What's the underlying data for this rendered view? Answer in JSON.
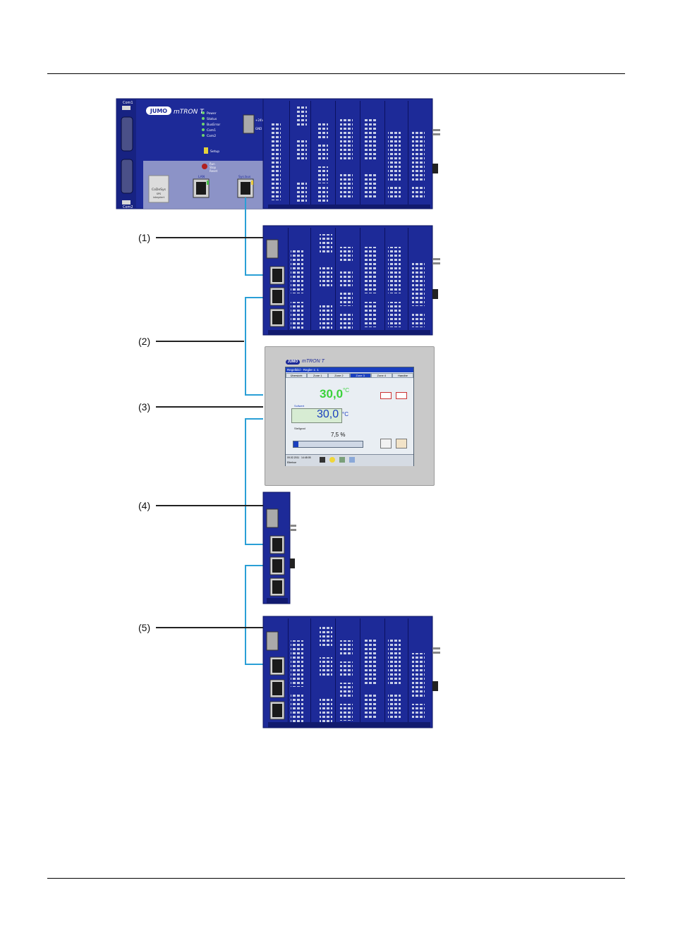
{
  "callouts": [
    "(1)",
    "(2)",
    "(3)",
    "(4)",
    "(5)"
  ],
  "cpu": {
    "brand": "JUMO",
    "model": "mTRON T",
    "com1": "Com1",
    "com2": "Com2",
    "leds": [
      "Power",
      "Status",
      "BusError",
      "Com1",
      "Com2"
    ],
    "setup": "Setup",
    "run": [
      "Run",
      "Stop",
      "Reset"
    ],
    "lan": "LAN",
    "systembus": "Sys.bus",
    "codesys": [
      "CoDeSys",
      "SPS",
      "integriert"
    ],
    "supply": [
      "+24V",
      "GND"
    ]
  },
  "panel": {
    "brand": "JUMO",
    "model": "mTRON T",
    "titlebar": "Regelbild - Regler 1: 1",
    "tabs": [
      "Übersicht",
      "Zone 1",
      "Zone 2",
      "Zone 3",
      "Zone 4",
      "Handbe"
    ],
    "actual_value": "30,0",
    "actual_unit": "°C",
    "setpoint_label": "Sollwert",
    "setpoint_value": "30,0",
    "setpoint_unit": "°C",
    "output_label": "Stellgrad",
    "output_value": "7,5 %",
    "output_fraction": 0.075,
    "footer": [
      "09.02.2011",
      "14:48:05",
      "Elterhoe"
    ]
  },
  "colors": {
    "module": "#1d2a98",
    "module_dark": "#111a6e",
    "cable": "#2a9fd6",
    "panel_frame": "#c9c9c9",
    "actual_green": "#3bd23b",
    "setpoint_blue": "#1a3fbf"
  }
}
